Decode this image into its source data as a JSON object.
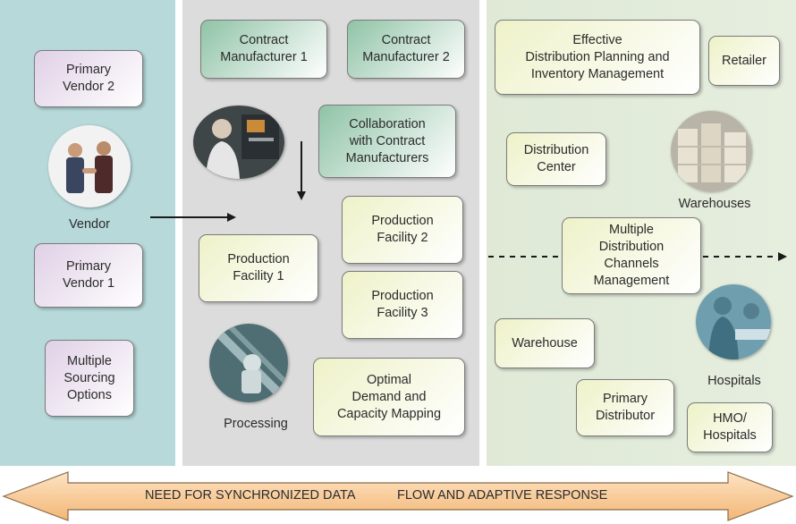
{
  "vendor_column": {
    "primary_vendor_2": "Primary\nVendor 2",
    "vendor_label": "Vendor",
    "primary_vendor_1": "Primary\nVendor 1",
    "multiple_sourcing": "Multiple\nSourcing\nOptions"
  },
  "manufacturing_column": {
    "contract_manufacturer_1": "Contract\nManufacturer 1",
    "contract_manufacturer_2": "Contract\nManufacturer 2",
    "collaboration": "Collaboration\nwith Contract\nManufacturers",
    "production_facility_2": "Production\nFacility 2",
    "production_facility_1": "Production\nFacility 1",
    "production_facility_3": "Production\nFacility 3",
    "optimal_demand": "Optimal\nDemand and\nCapacity Mapping",
    "processing_label": "Processing"
  },
  "distribution_column": {
    "effective_distribution": "Effective\nDistribution Planning and\nInventory Management",
    "retailer": "Retailer",
    "distribution_center": "Distribution\nCenter",
    "warehouses_label": "Warehouses",
    "multiple_channels": "Multiple\nDistribution\nChannels\nManagement",
    "warehouse": "Warehouse",
    "hospitals_label": "Hospitals",
    "primary_distributor": "Primary\nDistributor",
    "hmo_hospitals": "HMO/\nHospitals"
  },
  "banner": {
    "text_left": "NEED FOR SYNCHRONIZED DATA",
    "text_right": "FLOW AND ADAPTIVE RESPONSE"
  },
  "colors": {
    "vendor_panel": "#b7d9da",
    "manufacturing_panel": "#dcdcdc",
    "distribution_panel": "#dfe9d6",
    "banner_fill": "#f6c38a"
  }
}
